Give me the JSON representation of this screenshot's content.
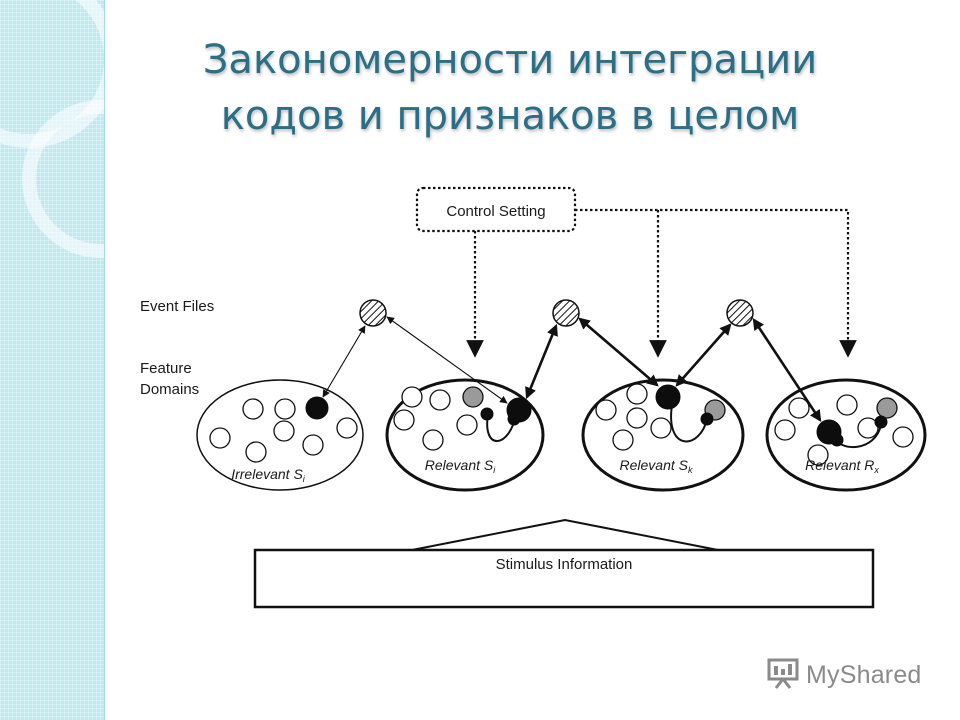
{
  "slide": {
    "title_lines": [
      "Закономерности интеграции",
      "кодов и признаков в целом"
    ]
  },
  "diagram": {
    "control_setting": "Control Setting",
    "event_files": "Event Files",
    "feature_domains_lines": [
      "Feature",
      "Domains"
    ],
    "stimulus_information": "Stimulus Information",
    "domains": [
      {
        "label": "Irrelevant",
        "sub": "i",
        "relevance": "irrelevant"
      },
      {
        "label": "Relevant",
        "sub": "i",
        "relevance": "relevant"
      },
      {
        "label": "Relevant",
        "sub": "k",
        "relevance": "relevant"
      },
      {
        "label": "Relevant",
        "sub": "x",
        "relevance": "relevant"
      }
    ],
    "domain_vars": [
      "S",
      "S",
      "S",
      "R"
    ]
  },
  "watermark": {
    "text": "MyShared",
    "icon": "presentation-board-icon"
  },
  "colors": {
    "title": "#2b6f86",
    "panel": "#bfe8ef",
    "ink": "#111111",
    "grey_node": "#9a9a9a"
  }
}
